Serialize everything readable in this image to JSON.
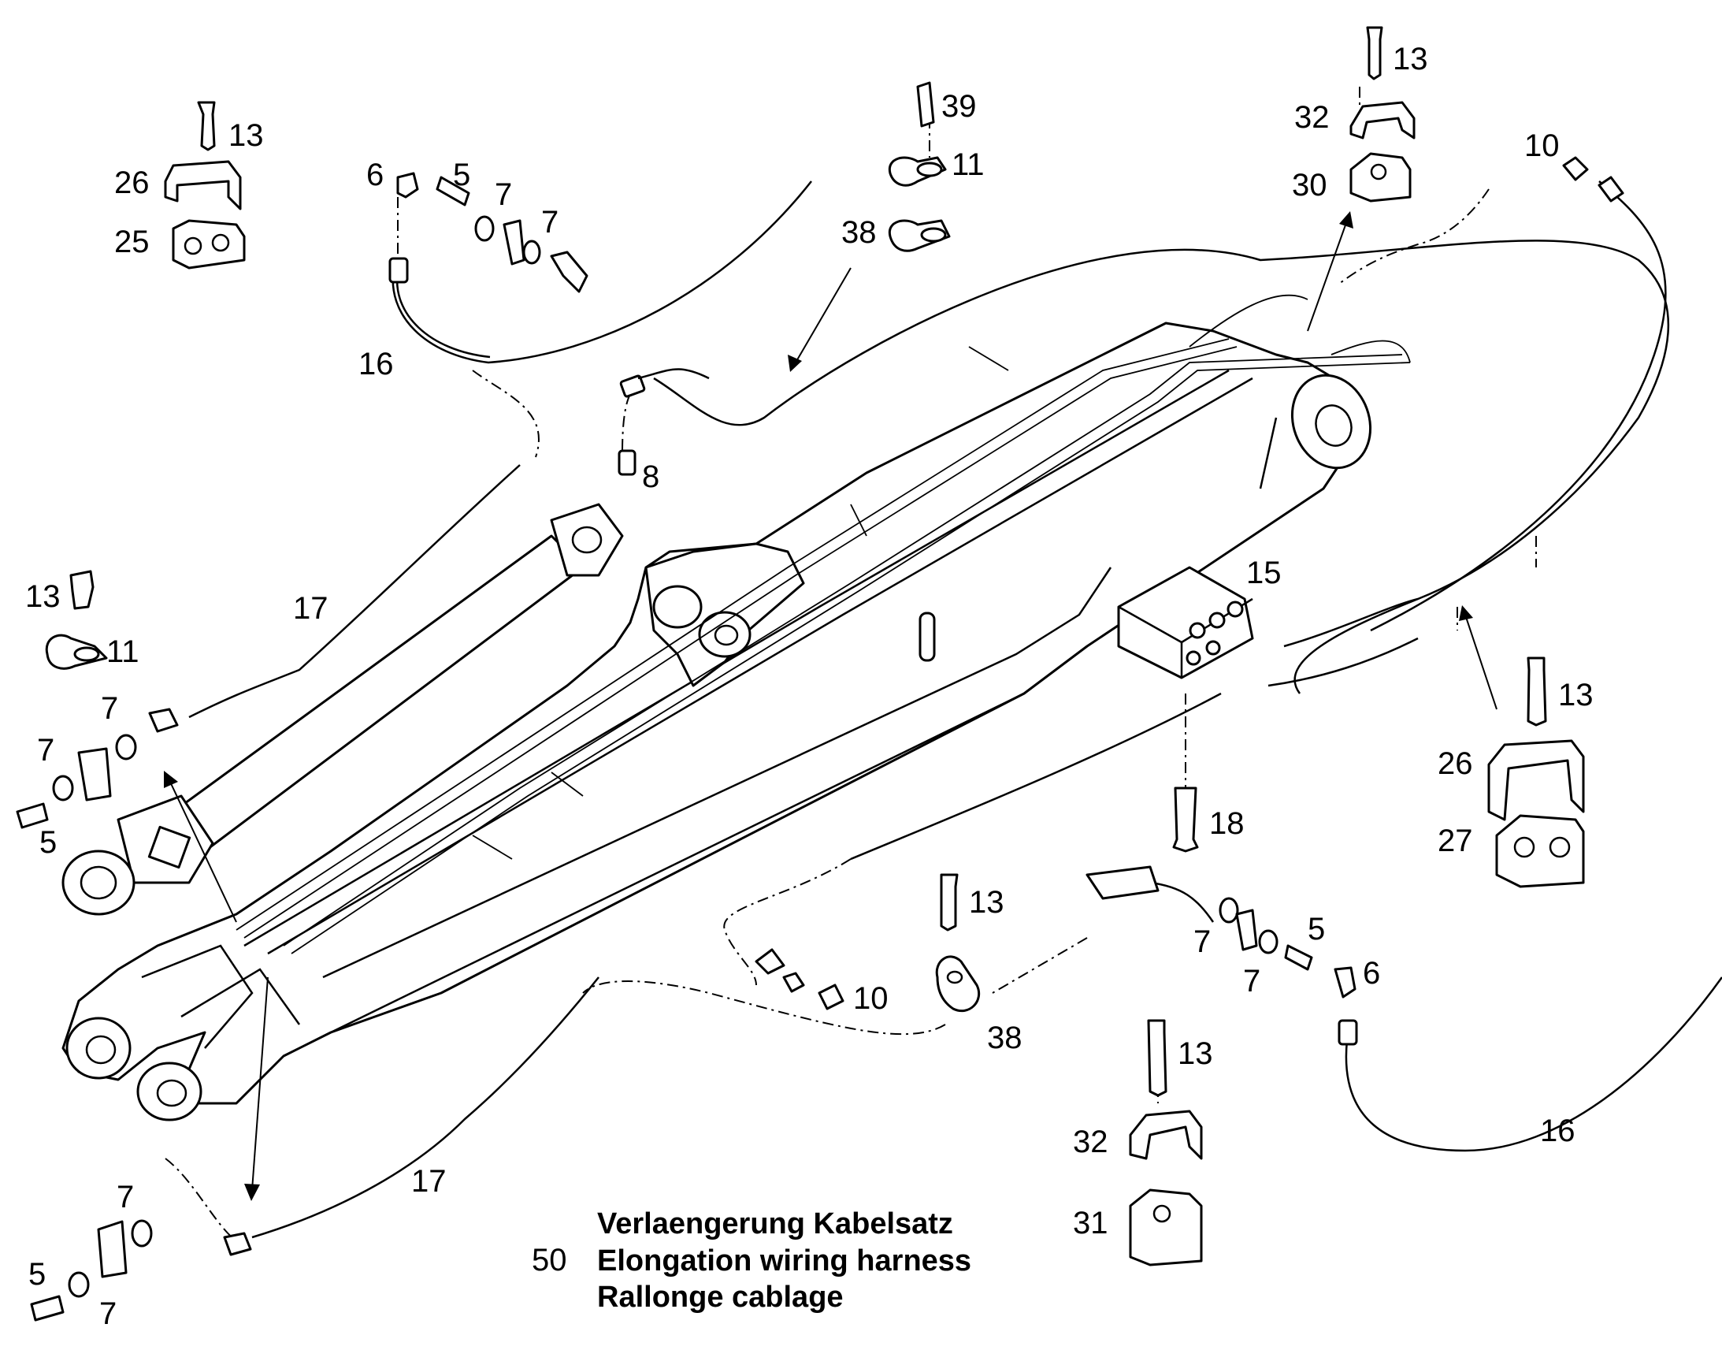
{
  "callouts": {
    "c13_tl": "13",
    "c26_tl": "26",
    "c25": "25",
    "c6_top": "6",
    "c5_top": "5",
    "c7_top_a": "7",
    "c7_top_b": "7",
    "c16_top": "16",
    "c39": "39",
    "c11_top": "11",
    "c38_top": "38",
    "c8": "8",
    "c13_tr": "13",
    "c32_tr": "32",
    "c30": "30",
    "c10_top": "10",
    "c15": "15",
    "c13_left": "13",
    "c11_left": "11",
    "c17_left": "17",
    "c7_left_a": "7",
    "c7_left_b": "7",
    "c5_left": "5",
    "c13_right": "13",
    "c26_right": "26",
    "c27": "27",
    "c18": "18",
    "c13_mid": "13",
    "c10_mid": "10",
    "c38_mid": "38",
    "c5_mr": "5",
    "c7_mr_a": "7",
    "c7_mr_b": "7",
    "c6_mr": "6",
    "c16_br": "16",
    "c13_br": "13",
    "c32_br": "32",
    "c31": "31",
    "c17_bottom": "17",
    "c7_bl_a": "7",
    "c5_bl": "5",
    "c7_bl_b": "7"
  },
  "caption": {
    "number": "50",
    "line_de": "Verlaengerung Kabelsatz",
    "line_en": "Elongation wiring harness",
    "line_fr": "Rallonge cablage"
  }
}
